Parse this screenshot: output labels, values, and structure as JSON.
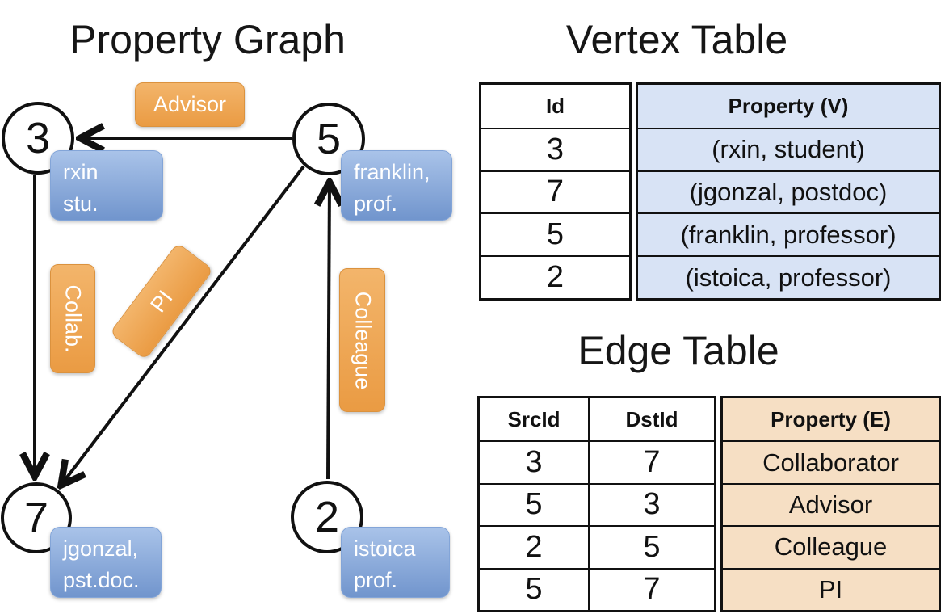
{
  "diagram": {
    "title": "Property Graph",
    "vertices": [
      {
        "id": "3",
        "property_lines": [
          "rxin",
          "stu."
        ]
      },
      {
        "id": "5",
        "property_lines": [
          "franklin,",
          "prof."
        ]
      },
      {
        "id": "7",
        "property_lines": [
          "jgonzal,",
          "pst.doc."
        ]
      },
      {
        "id": "2",
        "property_lines": [
          "istoica",
          "prof."
        ]
      }
    ],
    "edges": [
      {
        "from": "5",
        "to": "3",
        "label": "Advisor"
      },
      {
        "from": "3",
        "to": "7",
        "label": "Collab."
      },
      {
        "from": "5",
        "to": "7",
        "label": "PI"
      },
      {
        "from": "2",
        "to": "5",
        "label": "Colleague"
      }
    ]
  },
  "vertex_table": {
    "title": "Vertex Table",
    "columns": {
      "id": "Id",
      "property": "Property (V)"
    },
    "rows": [
      {
        "id": "3",
        "property": "(rxin, student)"
      },
      {
        "id": "7",
        "property": "(jgonzal, postdoc)"
      },
      {
        "id": "5",
        "property": "(franklin, professor)"
      },
      {
        "id": "2",
        "property": "(istoica, professor)"
      }
    ]
  },
  "edge_table": {
    "title": "Edge Table",
    "columns": {
      "src": "SrcId",
      "dst": "DstId",
      "property": "Property (E)"
    },
    "rows": [
      {
        "src": "3",
        "dst": "7",
        "property": "Collaborator"
      },
      {
        "src": "5",
        "dst": "3",
        "property": "Advisor"
      },
      {
        "src": "2",
        "dst": "5",
        "property": "Colleague"
      },
      {
        "src": "5",
        "dst": "7",
        "property": "PI"
      }
    ]
  },
  "colors": {
    "edge_label_orange_top": "#F3B56B",
    "edge_label_orange_bottom": "#EA9B43",
    "vertex_property_blue_top": "#A9C3E9",
    "vertex_property_blue_bottom": "#7195CD",
    "vertex_table_cell": "#D8E3F5",
    "edge_table_cell": "#F6DFC4",
    "line": "#111111"
  }
}
